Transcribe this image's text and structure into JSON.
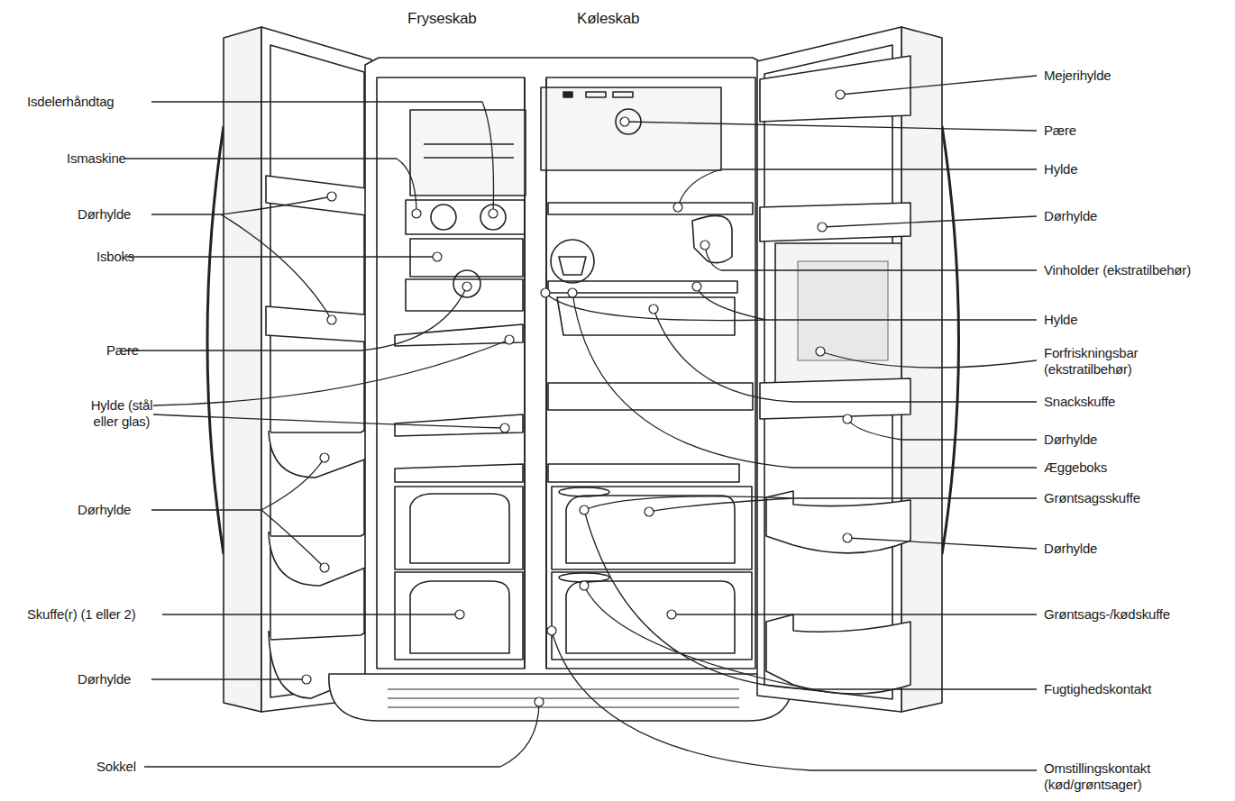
{
  "diagram": {
    "labels": [
      "Fryseskab",
      "Køleskab",
      "Isdelerhåndtag",
      "Ismaskine",
      "Dørhylde",
      "Isboks",
      "Pære",
      "Hylde (stål eller glas)",
      "Dørhylde",
      "Skuffe(r) (1 eller 2)",
      "Dørhylde",
      "Sokkel",
      "Mejerihylde",
      "Pære",
      "Hylde",
      "Dørhylde",
      "Vinholder (ekstratilbehør)",
      "Hylde",
      "Forfriskningsbar (ekstratilbehør)",
      "Snackskuffe",
      "Dørhylde",
      "Æggeboks",
      "Grøntsagsskuffe",
      "Dørhylde",
      "Grøntsags-/kødskuffe",
      "Fugtighedskontakt",
      "Omstillingskontakt (kød/grøntsager)"
    ]
  }
}
